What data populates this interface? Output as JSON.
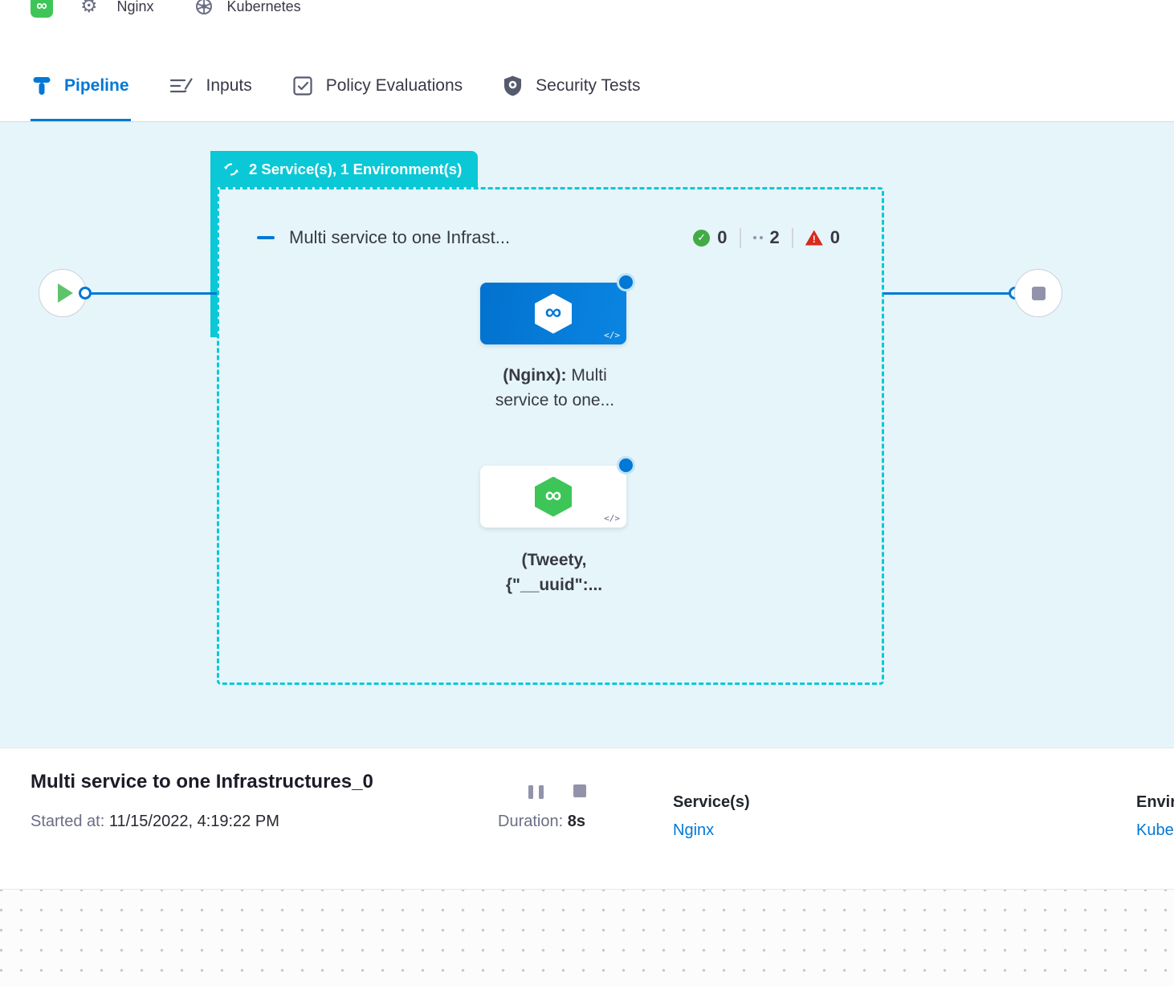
{
  "topbar": {
    "pipeline_name": "Nginx",
    "env_name": "Kubernetes"
  },
  "tabs": [
    {
      "label": "Pipeline",
      "active": true
    },
    {
      "label": "Inputs",
      "active": false
    },
    {
      "label": "Policy Evaluations",
      "active": false
    },
    {
      "label": "Security Tests",
      "active": false
    }
  ],
  "canvas": {
    "stage_badge": "2 Service(s), 1 Environment(s)",
    "stage_title": "Multi service to one Infrast...",
    "counts": {
      "success": "0",
      "pending": "2",
      "failed": "0"
    },
    "node1": {
      "name": "(Nginx):",
      "desc_line1": "Multi",
      "desc_line2": "service to one...",
      "code_icon": "</>"
    },
    "node2": {
      "line1": "(Tweety,",
      "line2": "{\"__uuid\":...",
      "code_icon": "</>"
    }
  },
  "footer": {
    "title": "Multi service to one Infrastructures_0",
    "started_label": "Started at:",
    "started_value": " 11/15/2022, 4:19:22 PM",
    "duration_label": "Duration:",
    "duration_value": " 8s",
    "services_label": "Service(s)",
    "services_value": "Nginx",
    "environments_label": "Environment(s)",
    "environments_value": "Kubernetes"
  },
  "colors": {
    "primary": "#0278D5",
    "teal": "#0BC8D6",
    "green": "#3DC657",
    "red": "#DA291D"
  }
}
